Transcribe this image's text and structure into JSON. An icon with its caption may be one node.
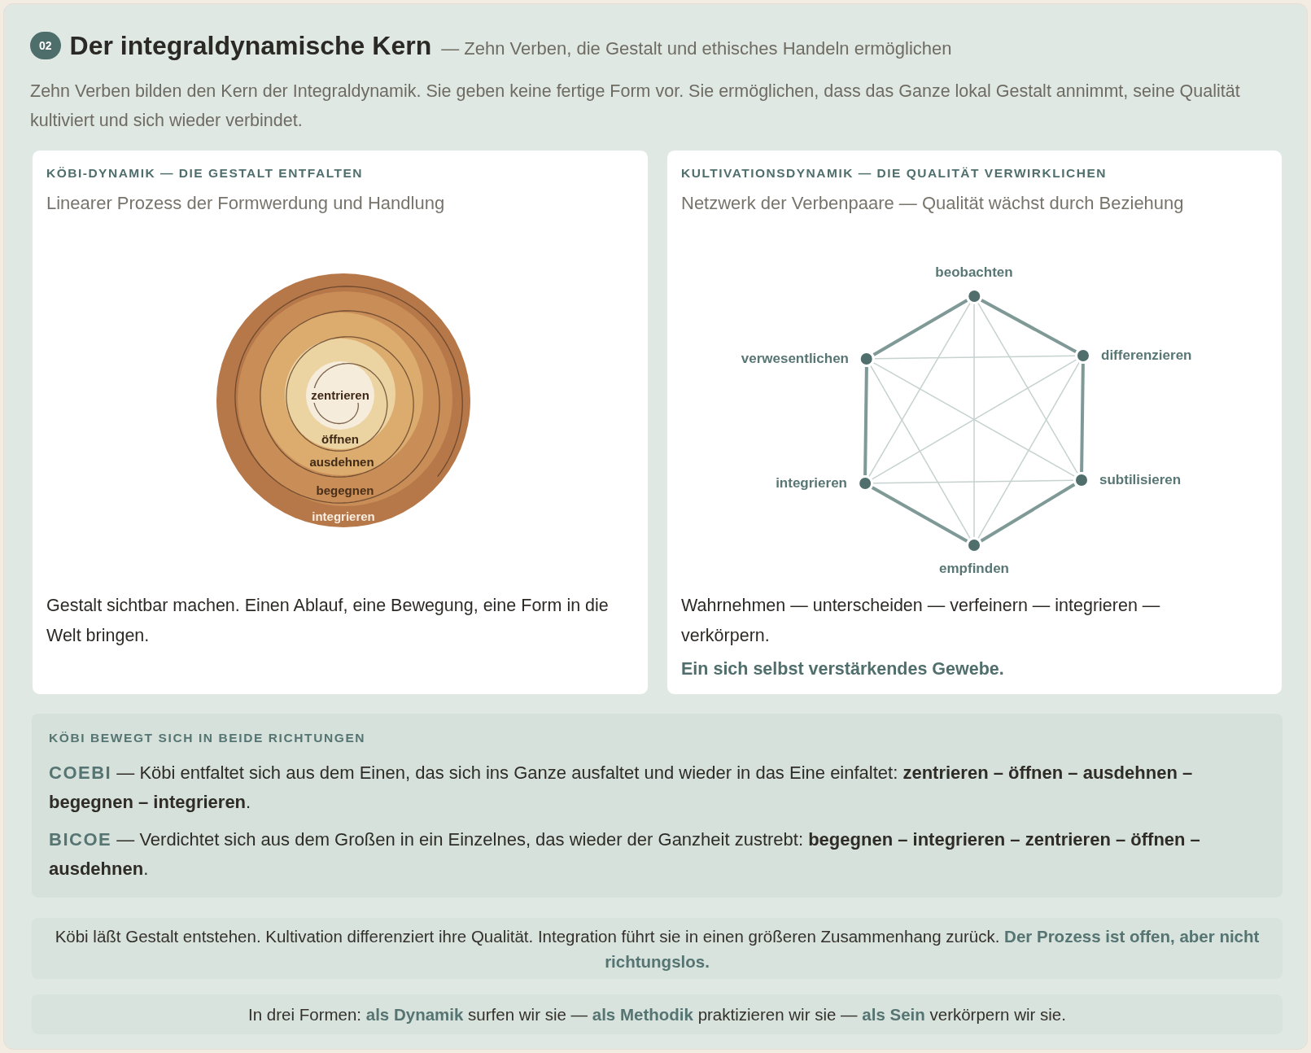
{
  "diagram": {
    "title": "Der integraldynamische Kern",
    "nodes": [
      {
        "text": [
          "KÖBI-DYNAMIK — DIE GESTALT ENTFALTEN",
          "Linearer Prozess der Formwerdung und Handlung",
          "Gestalt sichtbar machen. Einen Ablauf, eine Bewegung, eine Form in die Welt bringen."
        ]
      },
      {
        "text": [
          "integrieren"
        ],
        "in": 0
      },
      {
        "text": [
          "begegnen"
        ],
        "in": 1
      },
      {
        "text": [
          "ausdehnen"
        ],
        "in": 2
      },
      {
        "text": [
          "öffnen"
        ],
        "in": 3
      },
      {
        "text": [
          "zentrieren"
        ],
        "in": 4
      },
      {
        "text": [
          "KULTIVATIONSDYNAMIK — DIE QUALITÄT VERWIRKLICHEN",
          "Netzwerk der Verbenpaare — Qualität wächst durch Beziehung",
          "Wahrnehmen — unterscheiden — verfeinern — integrieren — verkörpern.",
          "Ein sich selbst verstärkendes Gewebe."
        ]
      },
      {
        "text": [
          "beobachten"
        ],
        "in": 6
      },
      {
        "text": [
          "verwesentlichen"
        ],
        "in": 6
      },
      {
        "text": [
          "differenzieren"
        ],
        "in": 6
      },
      {
        "text": [
          "integrieren"
        ],
        "in": 6
      },
      {
        "text": [
          "subtilisieren"
        ],
        "in": 6
      },
      {
        "text": [
          "empfinden"
        ],
        "in": 6
      },
      {
        "text": [
          "KÖBI BEWEGT SICH IN BEIDE RICHTUNGEN",
          "**COEBI** — Köbi entfaltet sich aus dem Einen, das sich ins Ganze ausfaltet und wieder in das Eine einfaltet: **zentrieren – öffnen – ausdehnen – begegnen – integrieren**.",
          "**BICOE** — Verdichtet sich aus dem Großen in ein Einzelnes, das wieder der Ganzheit zustrebt: **begegnen – integrieren – zentrieren – öffnen – ausdehnen**."
        ]
      },
      {
        "text": [
          "Köbi läßt Gestalt entstehen. Kultivation differenziert ihre Qualität. Integration führt sie in einen größeren Zusammenhang zurück. **Der Prozess ist offen, aber nicht richtungslos.**"
        ]
      },
      {
        "text": [
          "In drei Formen: **als Dynamik** surfen wir sie — **als Methodik** praktizieren wir sie — **als Sein** verkörpern wir sie."
        ]
      }
    ],
    "edges": [
      {
        "from": 7,
        "to": 8,
        "arrow": "none",
        "style": "thick",
        "color": "#7f9997"
      },
      {
        "from": 7,
        "to": 9,
        "arrow": "none",
        "style": "thick",
        "color": "#7f9997"
      },
      {
        "from": 7,
        "to": 10,
        "arrow": "none"
      },
      {
        "from": 7,
        "to": 11,
        "arrow": "none"
      },
      {
        "from": 7,
        "to": 12,
        "arrow": "none"
      },
      {
        "from": 8,
        "to": 9,
        "arrow": "none"
      },
      {
        "from": 8,
        "to": 10,
        "arrow": "none",
        "style": "thick",
        "color": "#7f9997"
      },
      {
        "from": 8,
        "to": 11,
        "arrow": "none"
      },
      {
        "from": 8,
        "to": 12,
        "arrow": "none"
      },
      {
        "from": 9,
        "to": 10,
        "arrow": "none"
      },
      {
        "from": 9,
        "to": 11,
        "arrow": "none",
        "style": "thick",
        "color": "#7f9997"
      },
      {
        "from": 9,
        "to": 12,
        "arrow": "none"
      },
      {
        "from": 10,
        "to": 11,
        "arrow": "none"
      },
      {
        "from": 10,
        "to": 12,
        "arrow": "none",
        "style": "thick",
        "color": "#7f9997"
      },
      {
        "from": 11,
        "to": 12,
        "arrow": "none",
        "style": "thick",
        "color": "#7f9997"
      }
    ],
    "labels": [
      "02",
      "— Zehn Verben, die Gestalt und ethisches Handeln ermöglichen",
      "Zehn Verben bilden den Kern der Integraldynamik. Sie geben keine fertige Form vor. Sie ermöglichen, dass das Ganze lokal Gestalt annimmt, seine Qualität kultiviert und sich wieder verbindet."
    ]
  }
}
